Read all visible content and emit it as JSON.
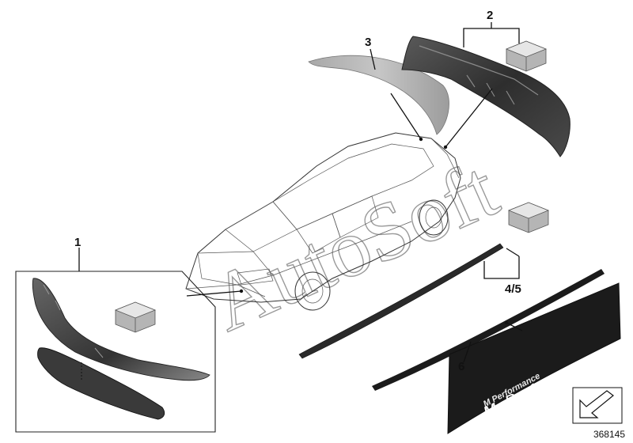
{
  "callouts": {
    "c1": "1",
    "c2": "2",
    "c3": "3",
    "c45": "4/5",
    "c6": "6"
  },
  "diagram_number": "368145",
  "decal_text": "Performance",
  "decal_badge": "M",
  "decal_small_text": "M Performance",
  "watermark_text": "AutoSoft",
  "icons": {
    "part_box": "parts-box-icon",
    "direction_arrow": "direction-arrow-icon"
  },
  "colors": {
    "part_dark": "#3a3a3a",
    "part_mid": "#6e6e6e",
    "spoiler": "#b9b9b9",
    "box_top": "#e6e6e6",
    "box_side": "#b5b5b5",
    "decal": "#1b1b1b"
  }
}
